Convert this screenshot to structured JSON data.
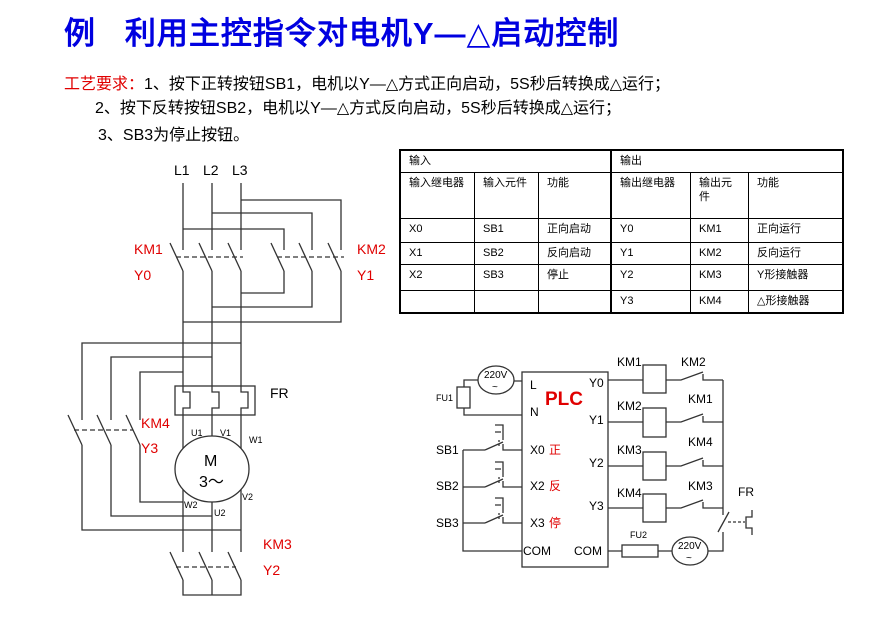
{
  "title": "例   利用主控指令对电机Y—△启动控制",
  "requirements": {
    "label": "工艺要求：",
    "items": [
      "1、按下正转按钮SB1，电机以Y—△方式正向启动，5S秒后转换成△运行；",
      "2、按下反转按钮SB2，电机以Y—△方式反向启动，5S秒后转换成△运行；",
      "3、SB3为停止按钮。"
    ]
  },
  "io_table": {
    "input_header": "输入",
    "output_header": "输出",
    "columns": [
      "输入继电器",
      "输入元件",
      "功能",
      "输出继电器",
      "输出元件",
      "功能"
    ],
    "rows": [
      [
        "X0",
        "SB1",
        "正向启动",
        "Y0",
        "KM1",
        "正向运行"
      ],
      [
        "X1",
        "SB2",
        "反向启动",
        "Y1",
        "KM2",
        "反向运行"
      ],
      [
        "X2",
        "SB3",
        "停止",
        "Y2",
        "KM3",
        "Y形接触器"
      ],
      [
        "",
        "",
        "",
        "Y3",
        "KM4",
        "△形接触器"
      ]
    ]
  },
  "main_circuit": {
    "lines": [
      "L1",
      "L2",
      "L3"
    ],
    "km1": "KM1",
    "y0": "Y0",
    "km2": "KM2",
    "y1": "Y1",
    "km4": "KM4",
    "y3": "Y3",
    "fr": "FR",
    "motor": "M",
    "motor_type": "3～",
    "terminals": {
      "u1": "U1",
      "v1": "V1",
      "w1": "W1",
      "w2": "W2",
      "u2": "U2",
      "v2": "V2"
    },
    "km3": "KM3",
    "y2": "Y2"
  },
  "plc_circuit": {
    "plc": "PLC",
    "supply": "220V",
    "ac": "~",
    "fu1": "FU1",
    "fu2": "FU2",
    "L": "L",
    "N": "N",
    "inputs": [
      {
        "button": "SB1",
        "terminal": "X0",
        "note": "正"
      },
      {
        "button": "SB2",
        "terminal": "X2",
        "note": "反"
      },
      {
        "button": "SB3",
        "terminal": "X3",
        "note": "停"
      }
    ],
    "com_left": "COM",
    "com_right": "COM",
    "outputs": [
      {
        "terminal": "Y0",
        "coil": "KM1",
        "interlock": "KM2"
      },
      {
        "terminal": "Y1",
        "coil": "KM2",
        "interlock": "KM1"
      },
      {
        "terminal": "Y2",
        "coil": "KM3",
        "interlock": "KM4"
      },
      {
        "terminal": "Y3",
        "coil": "KM4",
        "interlock": "KM3"
      }
    ],
    "fr": "FR"
  }
}
